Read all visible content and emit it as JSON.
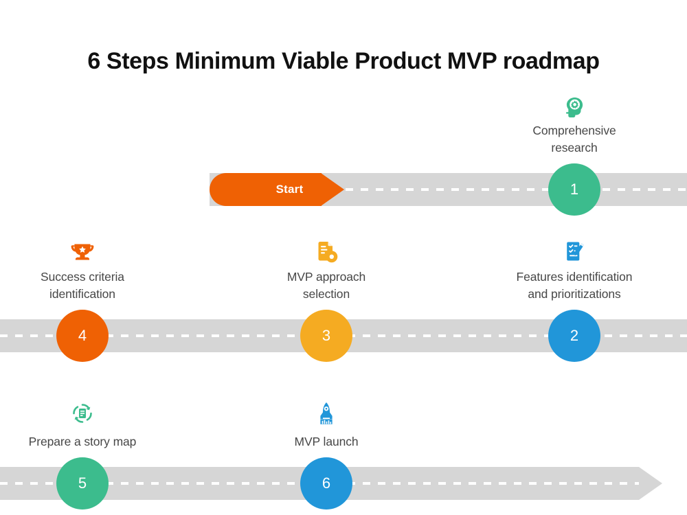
{
  "page": {
    "title": "6 Steps Minimum Viable Product MVP roadmap",
    "background_color": "#ffffff",
    "text_color": "#474747",
    "road_color": "#d6d6d6",
    "road_dash_color": "#ffffff"
  },
  "start": {
    "label": "Start",
    "color": "#ef6104"
  },
  "steps": [
    {
      "number": "1",
      "label_line1": "Comprehensive",
      "label_line2": "research",
      "color": "#3cbc8d",
      "icon": "head-gear-icon",
      "row": 1
    },
    {
      "number": "2",
      "label_line1": "Features identification",
      "label_line2": "and prioritizations",
      "color": "#2196d9",
      "icon": "checklist-pen-icon",
      "row": 2
    },
    {
      "number": "3",
      "label_line1": "MVP approach",
      "label_line2": "selection",
      "color": "#f5ab22",
      "icon": "document-gear-icon",
      "row": 2
    },
    {
      "number": "4",
      "label_line1": "Success criteria",
      "label_line2": "identification",
      "color": "#ef6104",
      "icon": "trophy-icon",
      "row": 2
    },
    {
      "number": "5",
      "label_line1": "Prepare a story map",
      "label_line2": "",
      "color": "#3cbc8d",
      "icon": "refresh-document-icon",
      "row": 3
    },
    {
      "number": "6",
      "label_line1": "MVP launch",
      "label_line2": "",
      "color": "#2196d9",
      "icon": "rocket-icon",
      "row": 3
    }
  ]
}
